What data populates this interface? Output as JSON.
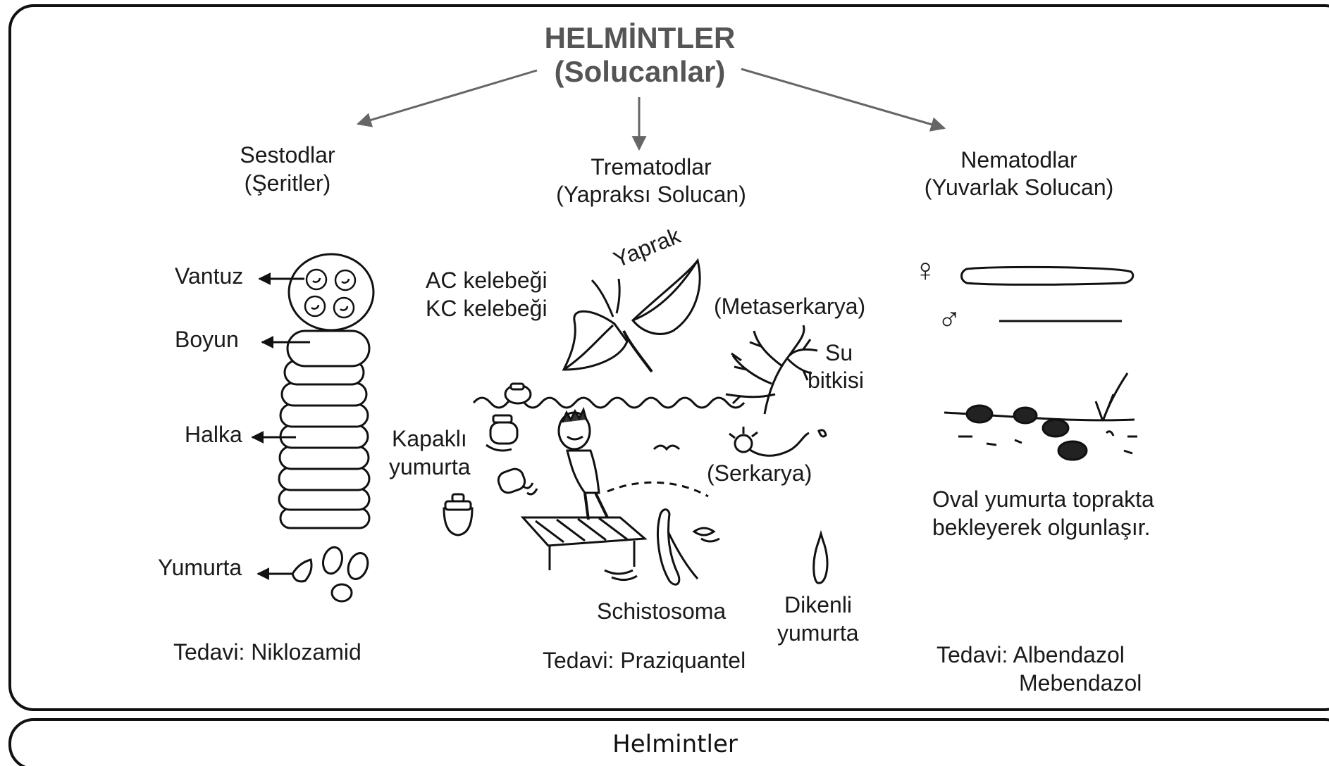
{
  "title": {
    "line1": "HELMİNTLER",
    "line2": "(Solucanlar)"
  },
  "groups": {
    "sestod": {
      "name": "Sestodlar",
      "sub": "(Şeritler)",
      "parts": {
        "vantuz": "Vantuz",
        "boyun": "Boyun",
        "halka": "Halka",
        "yumurta": "Yumurta"
      },
      "treatment": "Tedavi: Niklozamid"
    },
    "trematod": {
      "name": "Trematodlar",
      "sub": "(Yapraksı Solucan)",
      "labels": {
        "ac": "AC kelebeği",
        "kc": "KC kelebeği",
        "yaprak": "Yaprak",
        "metaserkarya": "(Metaserkarya)",
        "su": "Su",
        "bitkisi": "bitkisi",
        "kapakli": "Kapaklı",
        "kapakli2": "yumurta",
        "serkarya": "(Serkarya)",
        "schistosoma": "Schistosoma",
        "dikenli": "Dikenli",
        "dikenli2": "yumurta"
      },
      "treatment": "Tedavi: Praziquantel"
    },
    "nematod": {
      "name": "Nematodlar",
      "sub": "(Yuvarlak Solucan)",
      "female_symbol": "♀",
      "male_symbol": "♂",
      "desc1": "Oval yumurta toprakta",
      "desc2": "bekleyerek olgunlaşır.",
      "treatment1": "Tedavi: Albendazol",
      "treatment2": "Mebendazol"
    }
  },
  "footer": "Helmintler"
}
